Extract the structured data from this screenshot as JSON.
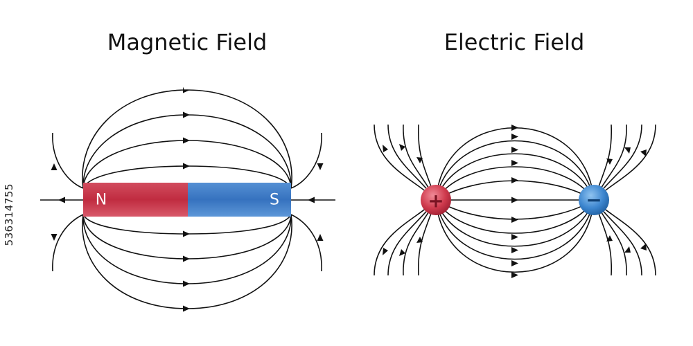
{
  "panels": {
    "magnetic": {
      "title": "Magnetic Field",
      "north_label": "N",
      "south_label": "S"
    },
    "electric": {
      "title": "Electric Field",
      "positive_sign": "+",
      "negative_sign": "−"
    }
  },
  "watermark": "536314755",
  "colors": {
    "north_pole": "#c8374a",
    "south_pole": "#3f7fc9",
    "positive_charge": "#c8374a",
    "negative_charge": "#3f7fc9",
    "field_line": "#111111",
    "positive_sign": "#7a1322",
    "negative_sign": "#0e3f73"
  }
}
